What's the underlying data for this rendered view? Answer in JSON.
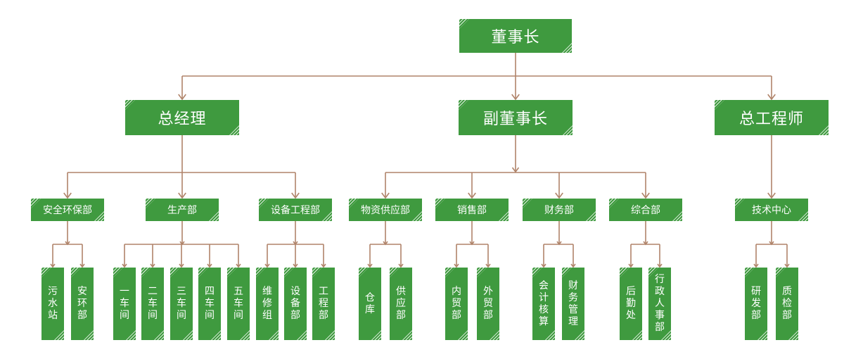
{
  "colors": {
    "node_fill": "#3f9a3f",
    "connector": "#b0846a",
    "text": "#ffffff"
  },
  "org": {
    "root": "董事长",
    "executives": [
      {
        "title": "总经理",
        "departments": [
          {
            "name": "安全环保部",
            "units": [
              "污水站",
              "安环部"
            ]
          },
          {
            "name": "生产部",
            "units": [
              "一车间",
              "二车间",
              "三车间",
              "四车间",
              "五车间"
            ]
          },
          {
            "name": "设备工程部",
            "units": [
              "维修组",
              "设备部",
              "工程部"
            ]
          }
        ]
      },
      {
        "title": "副董事长",
        "departments": [
          {
            "name": "物资供应部",
            "units": [
              "仓库",
              "供应部"
            ]
          },
          {
            "name": "销售部",
            "units": [
              "内贸部",
              "外贸部"
            ]
          },
          {
            "name": "财务部",
            "units": [
              "会计核算",
              "财务管理"
            ]
          },
          {
            "name": "综合部",
            "units": [
              "后勤处",
              "行政人事部"
            ]
          }
        ]
      },
      {
        "title": "总工程师",
        "departments": [
          {
            "name": "技术中心",
            "units": [
              "研发部",
              "质检部"
            ]
          }
        ]
      }
    ]
  }
}
